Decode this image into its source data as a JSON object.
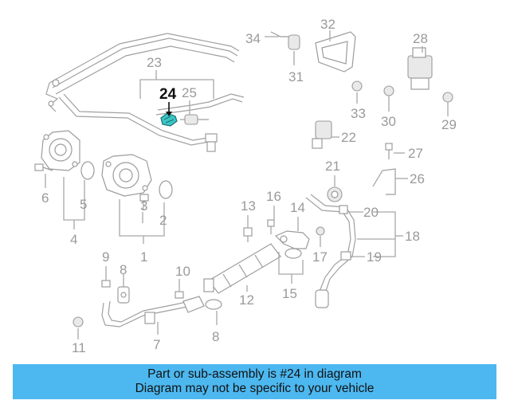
{
  "highlighted_part": "24",
  "labels": {
    "p1": "1",
    "p2": "2",
    "p3": "3",
    "p4": "4",
    "p5": "5",
    "p6": "6",
    "p7": "7",
    "p8a": "8",
    "p8b": "8",
    "p9": "9",
    "p10": "10",
    "p11": "11",
    "p12": "12",
    "p13": "13",
    "p14": "14",
    "p15": "15",
    "p16": "16",
    "p17": "17",
    "p18": "18",
    "p19": "19",
    "p20": "20",
    "p21": "21",
    "p22": "22",
    "p23": "23",
    "p24": "24",
    "p25": "25",
    "p26": "26",
    "p27": "27",
    "p28": "28",
    "p29": "29",
    "p30": "30",
    "p31": "31",
    "p32": "32",
    "p33": "33",
    "p34": "34"
  },
  "banner": {
    "line1": "Part or sub-assembly is #24 in diagram",
    "line2": "Diagram may not be specific to your vehicle"
  },
  "colors": {
    "banner_bg": "#4db8f0",
    "highlight_part": "#3cc6c6",
    "line_gray": "#a8a8a8"
  }
}
